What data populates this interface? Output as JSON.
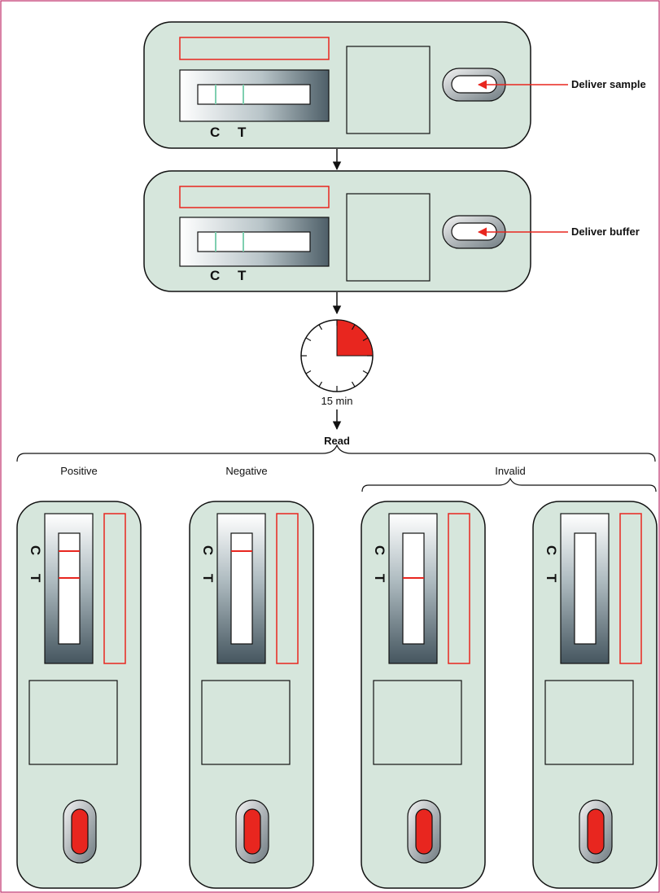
{
  "steps": {
    "deliver_sample": "Deliver sample",
    "deliver_buffer": "Deliver buffer",
    "timer_label": "15 min",
    "timer_elapsed_fraction": 0.25,
    "read": "Read"
  },
  "strip_markers": {
    "c": "C",
    "t": "T"
  },
  "results": {
    "positive": "Positive",
    "negative": "Negative",
    "invalid": "Invalid"
  },
  "cassettes": [
    {
      "id": "positive",
      "c_line": true,
      "t_line": true
    },
    {
      "id": "negative",
      "c_line": true,
      "t_line": false
    },
    {
      "id": "invalid-1",
      "c_line": false,
      "t_line": true
    },
    {
      "id": "invalid-2",
      "c_line": false,
      "t_line": false
    }
  ],
  "colors": {
    "cassette_fill": "#d6e6dc",
    "indicator_red": "#e8261f",
    "control_line": "#7fcfb0",
    "frame_border": "#c0306a"
  }
}
